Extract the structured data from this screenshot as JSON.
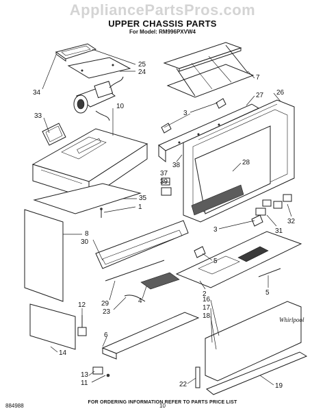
{
  "header": {
    "watermark": "AppliancePartsPros.com",
    "title": "UPPER CHASSIS PARTS",
    "subtitle": "For Model: RM996PXVW4"
  },
  "footer": {
    "note": "FOR ORDERING INFORMATION REFER TO PARTS PRICE LIST",
    "code": "884988",
    "page": "10"
  },
  "brand_logo": "Whirlpool",
  "callouts": [
    {
      "id": "c25",
      "label": "25"
    },
    {
      "id": "c24",
      "label": "24"
    },
    {
      "id": "c34",
      "label": "34"
    },
    {
      "id": "c10",
      "label": "10"
    },
    {
      "id": "c33",
      "label": "33"
    },
    {
      "id": "c7",
      "label": "7"
    },
    {
      "id": "c27",
      "label": "27"
    },
    {
      "id": "c26",
      "label": "26"
    },
    {
      "id": "c3a",
      "label": "3"
    },
    {
      "id": "c38",
      "label": "38"
    },
    {
      "id": "c37",
      "label": "37"
    },
    {
      "id": "c39",
      "label": "39"
    },
    {
      "id": "c28",
      "label": "28"
    },
    {
      "id": "c35",
      "label": "35"
    },
    {
      "id": "c1",
      "label": "1"
    },
    {
      "id": "c8",
      "label": "8"
    },
    {
      "id": "c30",
      "label": "30"
    },
    {
      "id": "c31",
      "label": "31"
    },
    {
      "id": "c32",
      "label": "32"
    },
    {
      "id": "c3b",
      "label": "3"
    },
    {
      "id": "c5a",
      "label": "5"
    },
    {
      "id": "c29",
      "label": "29"
    },
    {
      "id": "c23",
      "label": "23"
    },
    {
      "id": "c4",
      "label": "4"
    },
    {
      "id": "c2",
      "label": "2"
    },
    {
      "id": "c5b",
      "label": "5"
    },
    {
      "id": "c12",
      "label": "12"
    },
    {
      "id": "c14",
      "label": "14"
    },
    {
      "id": "c6",
      "label": "6"
    },
    {
      "id": "c13",
      "label": "13"
    },
    {
      "id": "c11",
      "label": "11"
    },
    {
      "id": "c16",
      "label": "16"
    },
    {
      "id": "c17",
      "label": "17"
    },
    {
      "id": "c18",
      "label": "18"
    },
    {
      "id": "c22",
      "label": "22"
    },
    {
      "id": "c19",
      "label": "19"
    }
  ]
}
